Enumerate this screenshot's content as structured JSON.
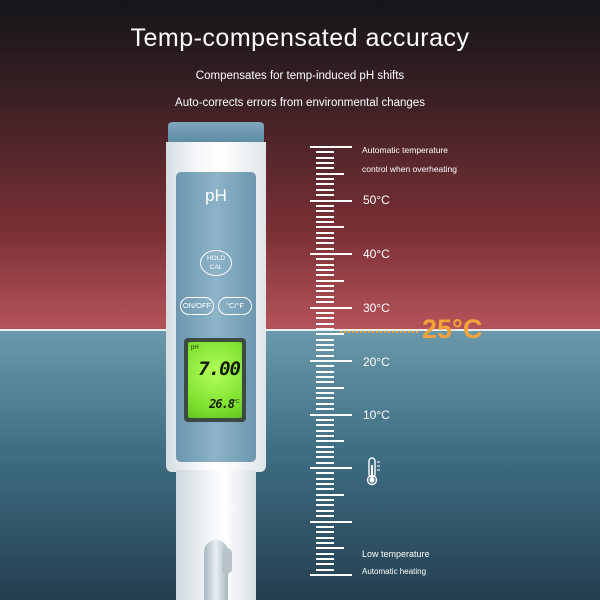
{
  "header": {
    "title": "Temp-compensated accuracy",
    "line1": "Compensates for temp-induced pH shifts",
    "line2": "Auto-corrects errors from environmental changes"
  },
  "device": {
    "panel_title": "pH",
    "hold_label_1": "HOLD",
    "hold_label_2": "CAL",
    "onoff_label": "ON/OFF",
    "unit_toggle_label": "°C/°F",
    "lcd_label": "pH",
    "ph_reading": "7.00",
    "temp_reading": "26.8",
    "temp_unit": "°C"
  },
  "scale": {
    "top_note_1": "Automatic temperature",
    "top_note_2": "control when overheating",
    "labels": [
      "50°C",
      "40°C",
      "30°C",
      "20°C",
      "10°C"
    ],
    "reference": "25°C",
    "bottom_note_1": "Low temperature",
    "bottom_note_2": "Automatic heating"
  },
  "colors": {
    "hot_background": "#b5545a",
    "cold_background": "#3f6e83",
    "accent": "#f2a33a",
    "lcd_backlight": "#7de02e",
    "device_panel": "#6d97ae"
  },
  "icons": {
    "thermometer": "thermometer-icon"
  }
}
